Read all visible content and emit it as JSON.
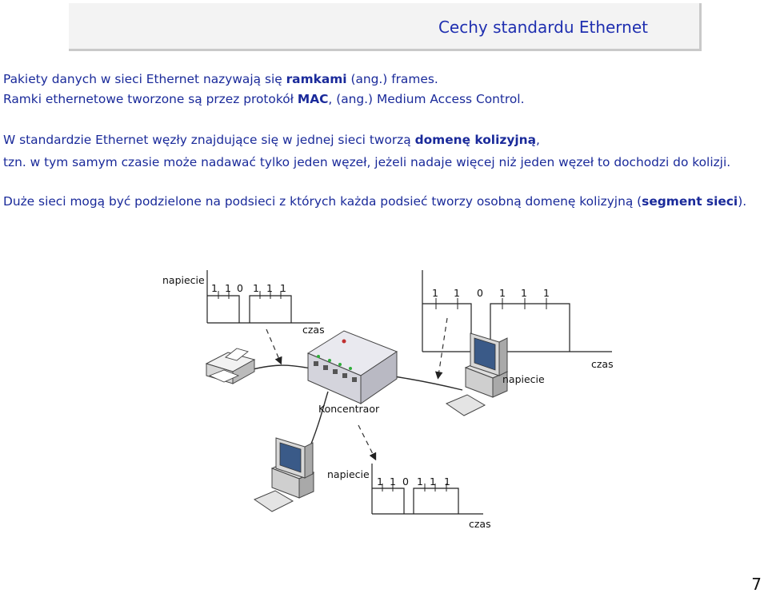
{
  "title": "Cechy standardu Ethernet",
  "para1": {
    "line1": {
      "a": "Pakiety danych w sieci Ethernet nazywają się ",
      "b": "ramkami",
      "c": " (ang.) frames."
    },
    "line2": {
      "a": "Ramki ethernetowe tworzone są przez protokół ",
      "b": "MAC",
      "c": ", (ang.) Medium Access Control."
    }
  },
  "para2": {
    "line1": {
      "a": "W standardzie Ethernet węzły znajdujące się w jednej sieci tworzą ",
      "b": "domenę kolizyjną",
      "c": ","
    },
    "line2": "tzn. w tym samym czasie może nadawać tylko jeden węzeł, jeżeli nadaje więcej niż jeden węzeł to dochodzi do kolizji."
  },
  "para3": {
    "a": "Duże sieci mogą być podzielone na podsieci z których każda podsieć tworzy osobną domenę kolizyjną (",
    "b": "segment sieci",
    "c": ")."
  },
  "diagram": {
    "signal_left": {
      "y_label": "napiecie",
      "bits": [
        "1",
        "1",
        "0",
        "1",
        "1",
        "1"
      ],
      "x_label": "czas"
    },
    "signal_right": {
      "y_label": "napiecie",
      "bits": [
        "1",
        "1",
        "0",
        "1",
        "1",
        "1"
      ],
      "x_label": "czas"
    },
    "signal_bottom": {
      "y_label": "napiecie",
      "bits": [
        "1",
        "1",
        "0",
        "1",
        "1",
        "1"
      ],
      "x_label": "czas"
    },
    "hub_label": "Koncentraor"
  },
  "page_number": "7"
}
